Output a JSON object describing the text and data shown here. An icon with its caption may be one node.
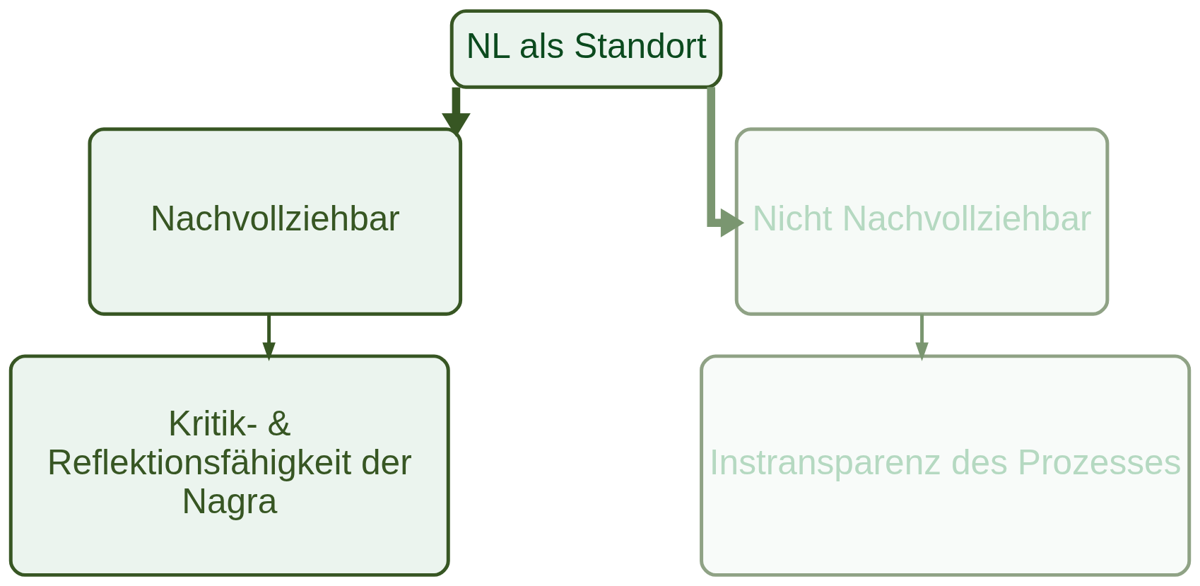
{
  "diagram": {
    "nodes": [
      {
        "text": [
          "NL als Standort"
        ]
      },
      {
        "text": [
          "Nachvollziehbar"
        ]
      },
      {
        "text": [
          "Kritik- & Reflektionsfähigkeit der Nagra"
        ]
      },
      {
        "text": [
          "Nicht Nachvollziehbar"
        ]
      },
      {
        "text": [
          "Instransparenz des Prozesses"
        ]
      }
    ],
    "edges": [
      {
        "from": 0,
        "to": 1,
        "arrow": "to",
        "style": "thick"
      },
      {
        "from": 0,
        "to": 3,
        "arrow": "to",
        "style": "thick",
        "color": "#7a9670"
      },
      {
        "from": 1,
        "to": 2,
        "arrow": "to"
      },
      {
        "from": 3,
        "to": 4,
        "arrow": "to",
        "color": "#7a9670"
      }
    ]
  }
}
